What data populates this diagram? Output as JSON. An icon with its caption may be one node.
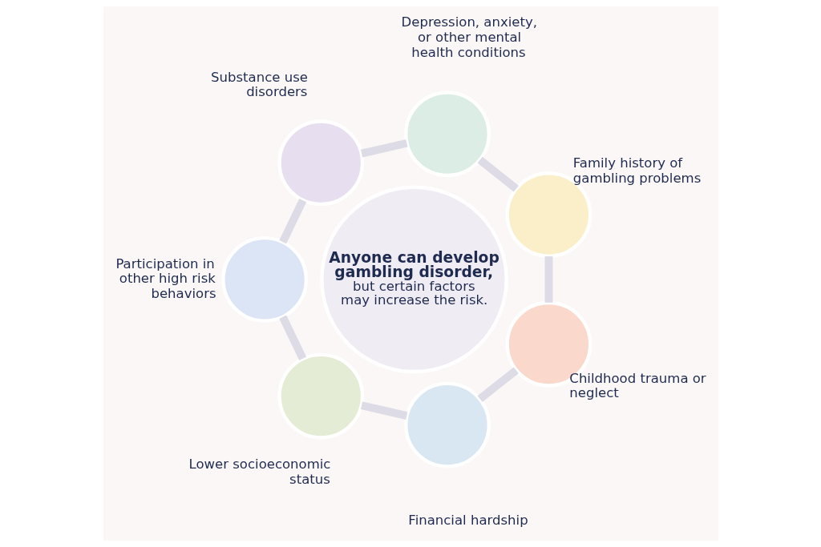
{
  "diagram": {
    "nodes": [
      {
        "text": [
          "Anyone can develop gambling disorder,",
          "but certain factors may increase the risk."
        ]
      },
      {
        "text": [],
        "shape": "circle",
        "beside": [
          "Substance use disorders"
        ]
      },
      {
        "text": [],
        "shape": "circle",
        "beside": [
          "Depression, anxiety, or other mental health conditions"
        ]
      },
      {
        "text": [],
        "shape": "circle",
        "beside": [
          "Family history of gambling problems"
        ]
      },
      {
        "text": [],
        "shape": "circle",
        "beside": [
          "Childhood trauma or neglect"
        ]
      },
      {
        "text": [],
        "shape": "circle",
        "beside": [
          "Financial hardship"
        ]
      },
      {
        "text": [],
        "shape": "circle",
        "beside": [
          "Lower socioeconomic status"
        ]
      },
      {
        "text": [],
        "shape": "circle",
        "beside": [
          "Participation in other high risk behaviors"
        ]
      }
    ],
    "edges": [
      {
        "from": 1,
        "to": 2,
        "arrow": "none"
      },
      {
        "from": 2,
        "to": 3,
        "arrow": "none"
      },
      {
        "from": 3,
        "to": 4,
        "arrow": "none"
      },
      {
        "from": 4,
        "to": 5,
        "arrow": "none"
      },
      {
        "from": 5,
        "to": 6,
        "arrow": "none"
      },
      {
        "from": 6,
        "to": 7,
        "arrow": "none"
      },
      {
        "from": 7,
        "to": 1,
        "arrow": "none"
      }
    ]
  }
}
